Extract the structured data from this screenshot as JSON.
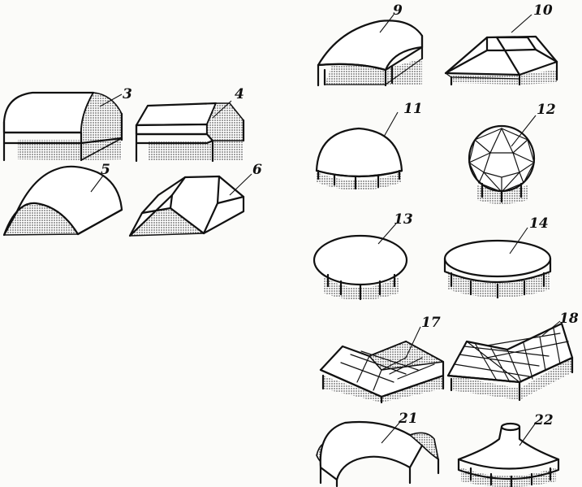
{
  "figures": [
    {
      "id": "3",
      "label": "3"
    },
    {
      "id": "4",
      "label": "4"
    },
    {
      "id": "5",
      "label": "5"
    },
    {
      "id": "6",
      "label": "6"
    },
    {
      "id": "9",
      "label": "9"
    },
    {
      "id": "10",
      "label": "10"
    },
    {
      "id": "11",
      "label": "11"
    },
    {
      "id": "12",
      "label": "12"
    },
    {
      "id": "13",
      "label": "13"
    },
    {
      "id": "14",
      "label": "14"
    },
    {
      "id": "17",
      "label": "17"
    },
    {
      "id": "18",
      "label": "18"
    },
    {
      "id": "21",
      "label": "21"
    },
    {
      "id": "22",
      "label": "22"
    }
  ],
  "colors": {
    "ink": "#111111",
    "paper": "#fbfbf9",
    "stipple": "#555555"
  }
}
